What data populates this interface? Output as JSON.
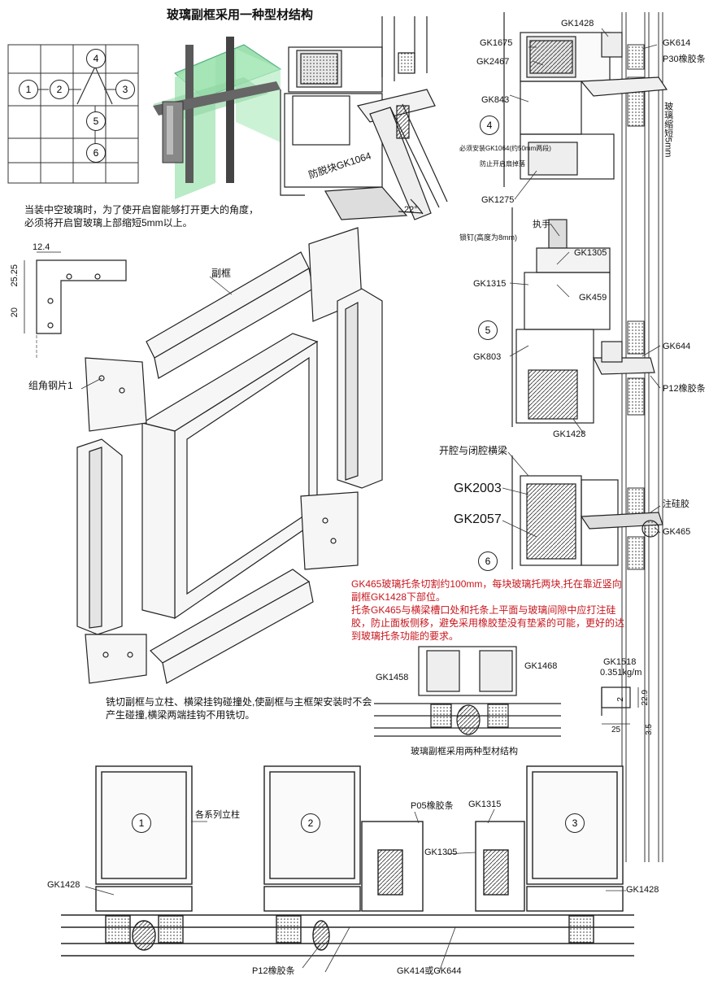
{
  "title": "玻璃副框采用一种型材结构",
  "grid_numbers": [
    "1",
    "2",
    "3",
    "4",
    "5",
    "6"
  ],
  "note_top": "当装中空玻璃时，为了使开启窗能够打开更大的角度，必须将开启窗玻璃上部缩短5mm以上。",
  "block_anti_slide": "防脱块GK1064",
  "angle_22": "22°",
  "labels_right_top": {
    "gk1428": "GK1428",
    "gk1675": "GK1675",
    "gk614": "GK614",
    "gk2467": "GK2467",
    "p30": "P30橡胶条",
    "gk843": "GK843",
    "note_install": "必须安装GK1064(约50mm两段)",
    "note_prevent": "防止开启扇掉落",
    "glass_short": "玻璃缩短5mm",
    "gk1275": "GK1275",
    "num4": "4"
  },
  "labels_right_mid": {
    "handle": "执手",
    "lock_nail": "锁钉(高度为8mm)",
    "gk1305": "GK1305",
    "gk1315": "GK1315",
    "gk459": "GK459",
    "num5": "5",
    "gk803": "GK803",
    "gk644": "GK644",
    "p12": "P12橡胶条",
    "gk1428": "GK1428",
    "beam": "开腔与闭腔横梁"
  },
  "labels_right_low": {
    "gk2003": "GK2003",
    "gk2057": "GK2057",
    "silicone": "注硅胶",
    "gk465": "GK465",
    "num6": "6"
  },
  "dims_corner": {
    "d124": "12.4",
    "d2525": "25.25",
    "d20": "20"
  },
  "subframe": "副框",
  "corner_plate": "组角钢片1",
  "red_note_1": "GK465玻璃托条切割约100mm，每块玻璃托两块,托在靠近竖向副框GK1428下部位。",
  "red_note_2": "托条GK465与横梁槽口处和托条上平面与玻璃间隙中应打注硅胶，防止面板侧移，避免采用橡胶垫没有垫紧的可能，更好的达到玻璃托条功能的要求。",
  "mill_note": "铣切副框与立柱、横梁挂钩碰撞处,使副框与主框架安装时不会产生碰撞,横梁两端挂钩不用铣切。",
  "mid_section": {
    "gk1458": "GK1458",
    "gk1468": "GK1468",
    "caption": "玻璃副框采用两种型材结构"
  },
  "profile_gk1518": {
    "name": "GK1518",
    "weight": "0.351kg/m",
    "d2": "2",
    "d229": "22.9",
    "d25": "25",
    "d35": "3.5"
  },
  "bottom": {
    "num1": "1",
    "num2": "2",
    "num3": "3",
    "mullion": "各系列立柱",
    "gk1428_left": "GK1428",
    "gk1428_right": "GK1428",
    "p05": "P05橡胶条",
    "gk1315": "GK1315",
    "gk1305": "GK1305",
    "p12": "P12橡胶条",
    "gk414": "GK414或GK644"
  }
}
